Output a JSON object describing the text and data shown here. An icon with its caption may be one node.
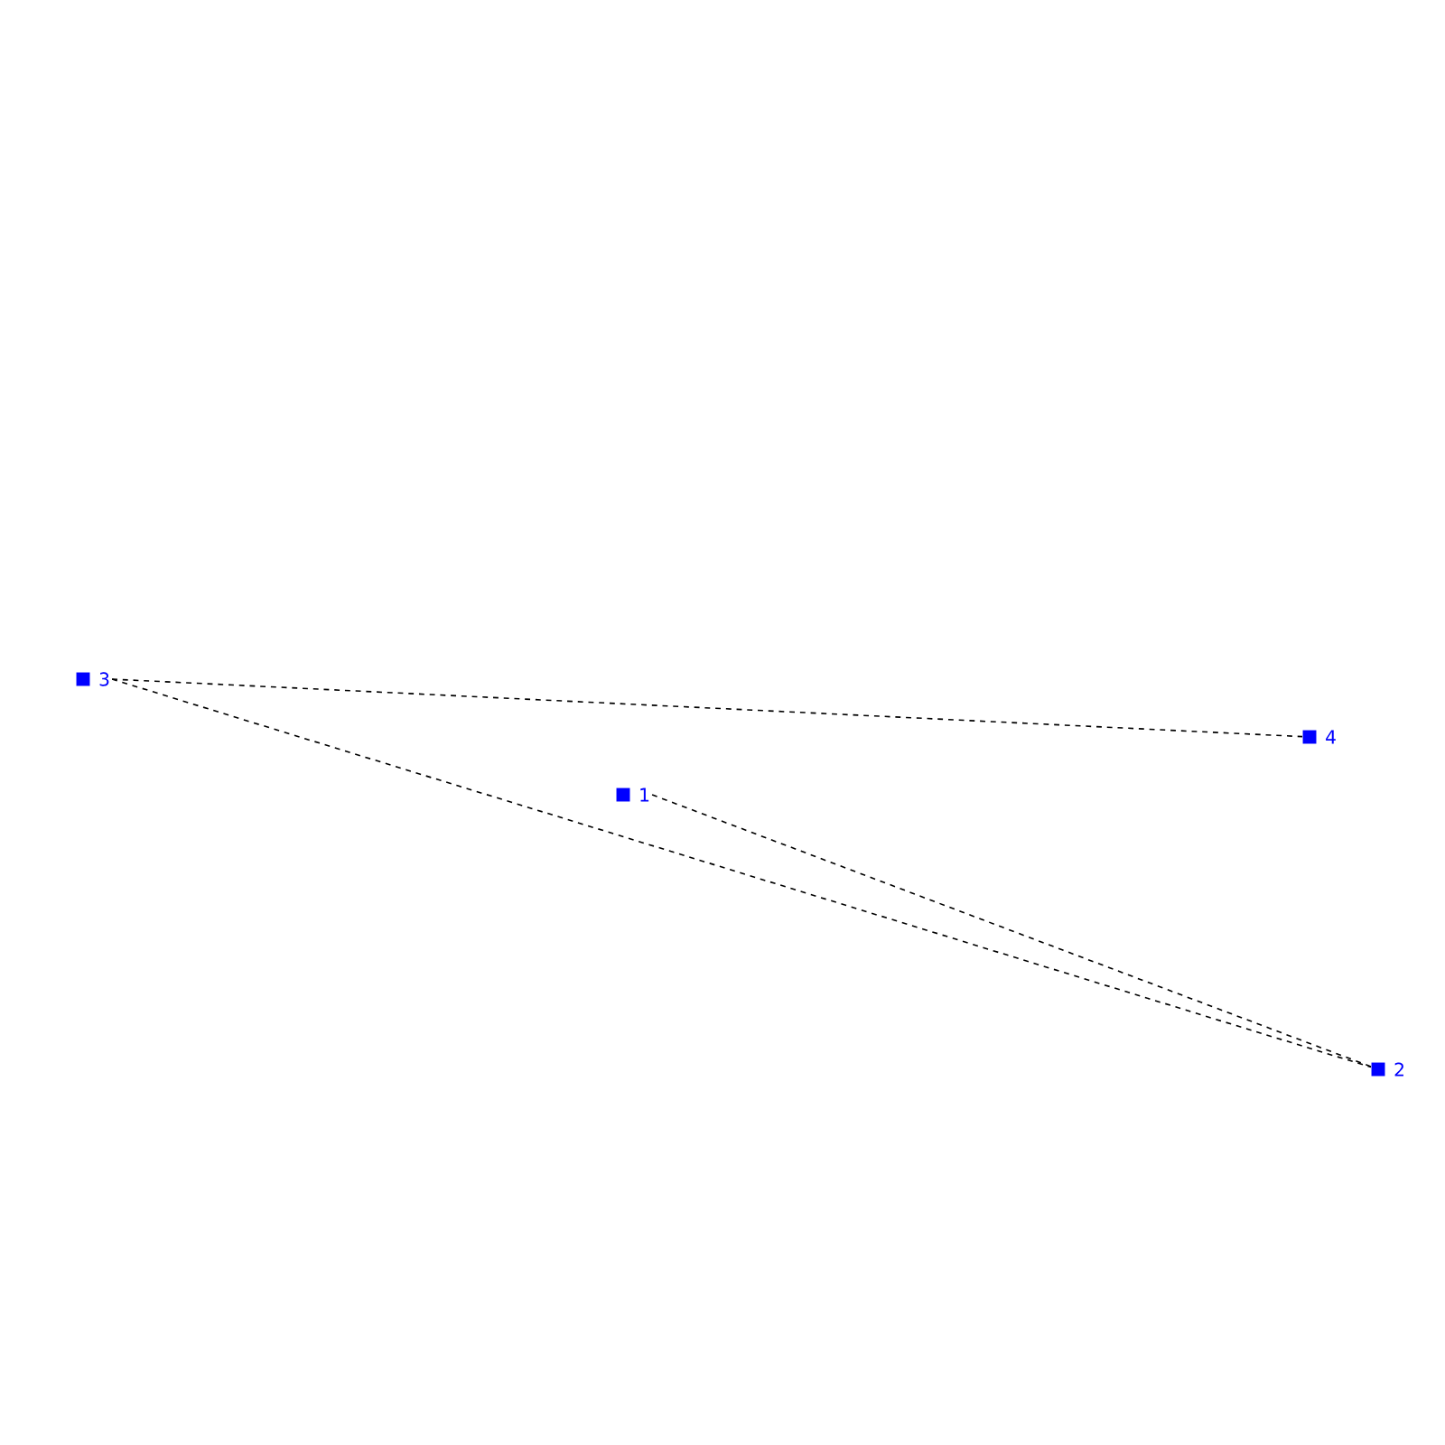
{
  "diagram": {
    "nodes": [
      {
        "text": [],
        "shape": "box",
        "beside": [
          "1"
        ]
      },
      {
        "text": [],
        "shape": "box",
        "beside": [
          "2"
        ]
      },
      {
        "text": [],
        "shape": "box",
        "beside": [
          "3"
        ]
      },
      {
        "text": [],
        "shape": "box",
        "beside": [
          "4"
        ]
      }
    ],
    "edges": [
      {
        "from": 0,
        "to": 1,
        "arrow": "none",
        "style": "dashed"
      },
      {
        "from": 2,
        "to": 1,
        "arrow": "none",
        "style": "dashed"
      },
      {
        "from": 2,
        "to": 3,
        "arrow": "none",
        "style": "dashed"
      }
    ]
  }
}
